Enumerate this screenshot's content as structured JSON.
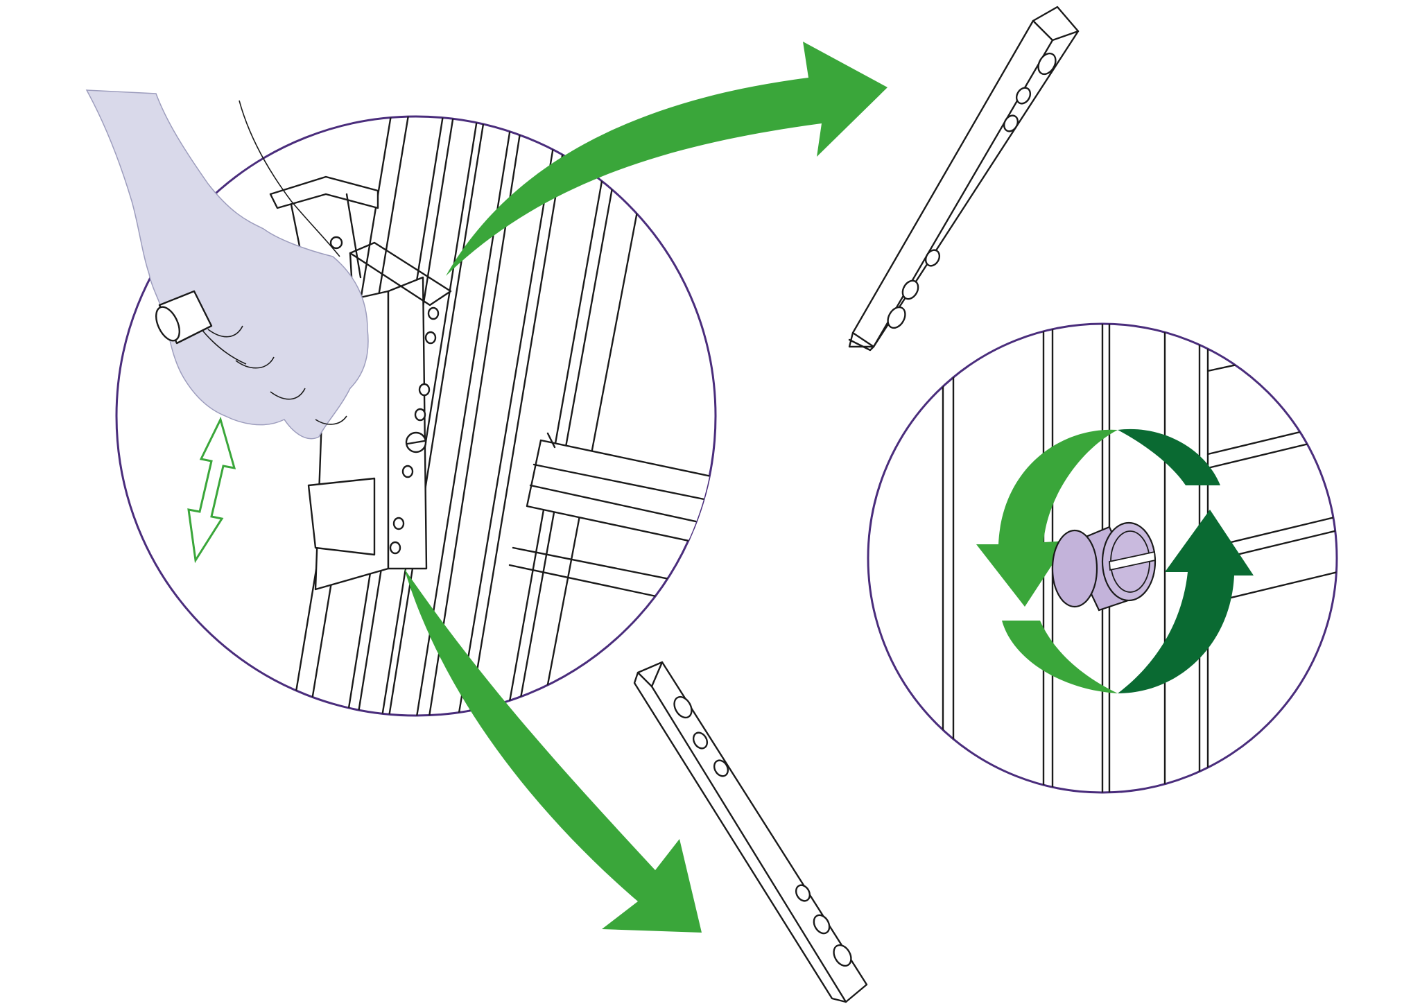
{
  "diagram": {
    "colors": {
      "arrow_green": "#3aa63a",
      "arrow_dark_green": "#0a6a32",
      "outline_green": "#3aa63a",
      "circle_outline": "#4a2d7c",
      "hand_fill": "#d9d9ea",
      "knob_fill": "#c3b3da",
      "line": "#1a1a1a"
    },
    "panels": [
      {
        "id": "detail-lift",
        "shows": "hand-gripping-handle"
      },
      {
        "id": "detail-rotate",
        "shows": "slotted-adjuster-rotation"
      }
    ],
    "loose_parts": [
      {
        "id": "bar-upper",
        "holes": 6
      },
      {
        "id": "bar-lower",
        "holes": 6
      }
    ],
    "icons": [
      "double-headed-arrow-icon",
      "green-curved-arrow-icon",
      "rotation-arrows-icon",
      "hand-icon",
      "slotted-screw-icon"
    ]
  }
}
